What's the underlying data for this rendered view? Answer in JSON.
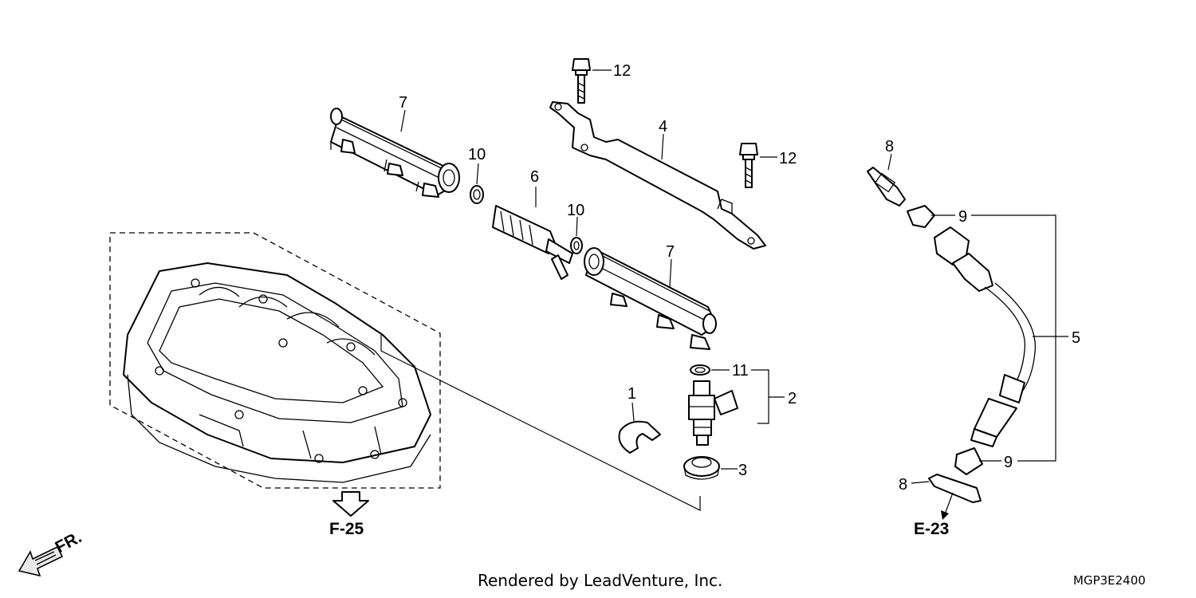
{
  "callouts": {
    "c1": "1",
    "c2": "2",
    "c3": "3",
    "c4": "4",
    "c5": "5",
    "c6": "6",
    "c7a": "7",
    "c7b": "7",
    "c8a": "8",
    "c8b": "8",
    "c9a": "9",
    "c9b": "9",
    "c10a": "10",
    "c10b": "10",
    "c11": "11",
    "c12a": "12",
    "c12b": "12"
  },
  "references": {
    "f25": "F-25",
    "e23": "E-23",
    "front": "FR."
  },
  "footer": {
    "credit": "Rendered by LeadVenture, Inc.",
    "diagram_code": "MGP3E2400"
  },
  "icons": {
    "front_direction": "arrow-down-left-icon",
    "section_ref": "arrow-down-icon"
  }
}
